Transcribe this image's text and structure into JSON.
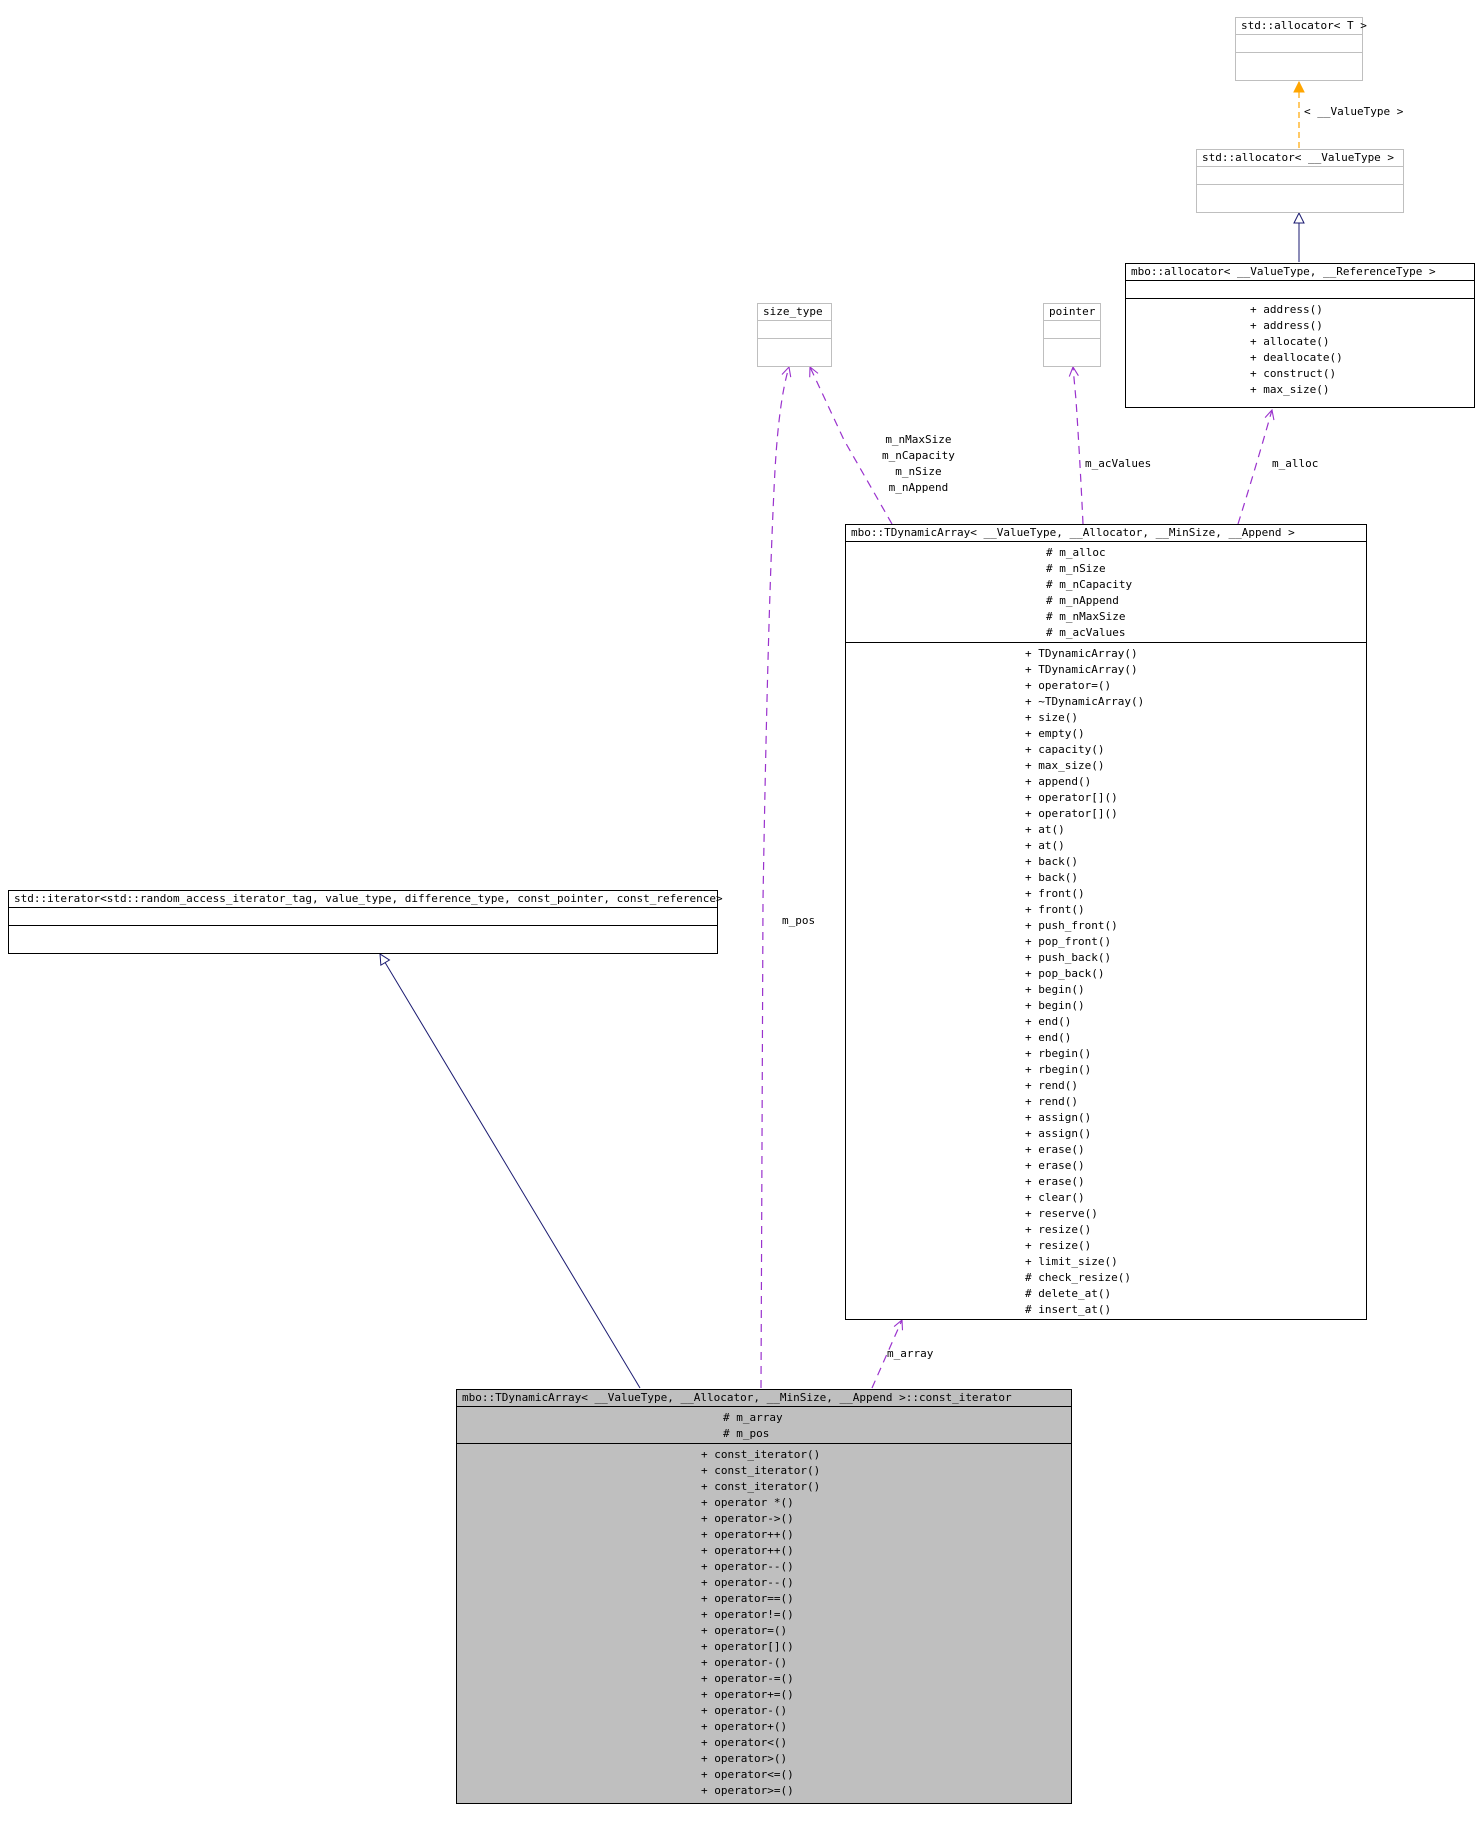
{
  "classes": {
    "std_alloc_T": {
      "title": "std::allocator< T >",
      "attributes": [],
      "methods": []
    },
    "std_alloc_VT": {
      "title": "std::allocator< __ValueType >",
      "attributes": [],
      "methods": []
    },
    "mbo_alloc": {
      "title": "mbo::allocator< __ValueType, __ReferenceType >",
      "attributes": [],
      "methods": [
        "+ address()",
        "+ address()",
        "+ allocate()",
        "+ deallocate()",
        "+ construct()",
        "+ max_size()"
      ]
    },
    "size_type": {
      "title": "size_type",
      "attributes": [],
      "methods": []
    },
    "pointer": {
      "title": "pointer",
      "attributes": [],
      "methods": []
    },
    "tdyn": {
      "title": "mbo::TDynamicArray< __ValueType, __Allocator, __MinSize, __Append >",
      "attributes": [
        "# m_alloc",
        "# m_nSize",
        "# m_nCapacity",
        "# m_nAppend",
        "# m_nMaxSize",
        "# m_acValues"
      ],
      "methods": [
        "+ TDynamicArray()",
        "+ TDynamicArray()",
        "+ operator=()",
        "+ ~TDynamicArray()",
        "+ size()",
        "+ empty()",
        "+ capacity()",
        "+ max_size()",
        "+ append()",
        "+ operator[]()",
        "+ operator[]()",
        "+ at()",
        "+ at()",
        "+ back()",
        "+ back()",
        "+ front()",
        "+ front()",
        "+ push_front()",
        "+ pop_front()",
        "+ push_back()",
        "+ pop_back()",
        "+ begin()",
        "+ begin()",
        "+ end()",
        "+ end()",
        "+ rbegin()",
        "+ rbegin()",
        "+ rend()",
        "+ rend()",
        "+ assign()",
        "+ assign()",
        "+ erase()",
        "+ erase()",
        "+ erase()",
        "+ clear()",
        "+ reserve()",
        "+ resize()",
        "+ resize()",
        "+ limit_size()",
        "# check_resize()",
        "# delete_at()",
        "# insert_at()"
      ]
    },
    "std_iter": {
      "title": "std::iterator<std::random_access_iterator_tag, value_type, difference_type, const_pointer, const_reference>",
      "attributes": [],
      "methods": []
    },
    "const_iter": {
      "title": "mbo::TDynamicArray< __ValueType, __Allocator, __MinSize, __Append >::const_iterator",
      "attributes": [
        "# m_array",
        "# m_pos"
      ],
      "methods": [
        "+ const_iterator()",
        "+ const_iterator()",
        "+ const_iterator()",
        "+ operator *()",
        "+ operator->()",
        "+ operator++()",
        "+ operator++()",
        "+ operator--()",
        "+ operator--()",
        "+ operator==()",
        "+ operator!=()",
        "+ operator=()",
        "+ operator[]()",
        "+ operator-()",
        "+ operator-=()",
        "+ operator+=()",
        "+ operator-()",
        "+ operator+()",
        "+ operator<()",
        "+ operator>()",
        "+ operator<=()",
        "+ operator>=()"
      ]
    }
  },
  "edge_labels": {
    "template_arg": "< __ValueType >",
    "size_members": "m_nMaxSize\nm_nCapacity\nm_nSize\nm_nAppend",
    "ac_values": "m_acValues",
    "alloc": "m_alloc",
    "pos": "m_pos",
    "array": "m_array"
  },
  "colors": {
    "inheritance": "#191970",
    "usage": "#9a32cd",
    "template": "#ffa500",
    "focus_fill": "#bfbfbf",
    "light_border": "#bfbfbf"
  }
}
